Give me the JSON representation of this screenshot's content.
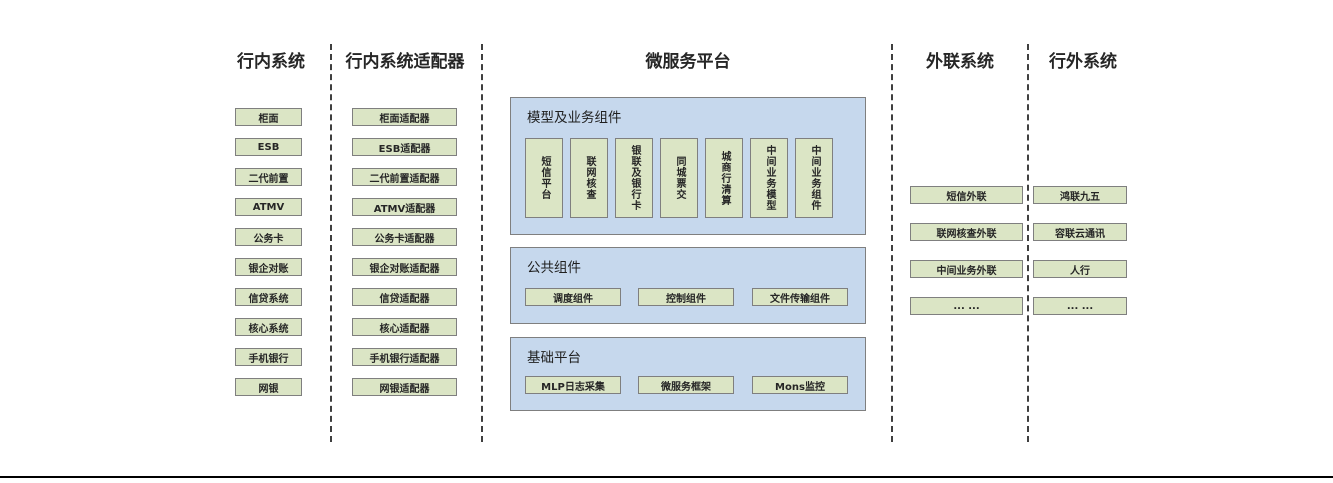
{
  "diagram": {
    "bottom_rule": true,
    "colors": {
      "box_fill": "#dbe5c5",
      "box_border": "#7f7f7f",
      "panel_fill": "#c6d8ed",
      "panel_border": "#7f7f7f",
      "separator": "#3f3f3f",
      "text": "#262626"
    },
    "columns": {
      "internal_systems": {
        "title": "行内系统",
        "items": [
          "柜面",
          "ESB",
          "二代前置",
          "ATMV",
          "公务卡",
          "银企对账",
          "信贷系统",
          "核心系统",
          "手机银行",
          "网银"
        ]
      },
      "internal_adapters": {
        "title": "行内系统适配器",
        "items": [
          "柜面适配器",
          "ESB适配器",
          "二代前置适配器",
          "ATMV适配器",
          "公务卡适配器",
          "银企对账适配器",
          "信贷适配器",
          "核心适配器",
          "手机银行适配器",
          "网银适配器"
        ]
      },
      "microservice_platform": {
        "title": "微服务平台",
        "sections": [
          {
            "title": "模型及业务组件",
            "items": [
              "短信平台",
              "联网核查",
              "银联及银行卡",
              "同城票交",
              "城商行清算",
              "中间业务模型",
              "中间业务组件"
            ]
          },
          {
            "title": "公共组件",
            "items": [
              "调度组件",
              "控制组件",
              "文件传输组件"
            ]
          },
          {
            "title": "基础平台",
            "items": [
              "MLP日志采集",
              "微服务框架",
              "Mons监控"
            ]
          }
        ]
      },
      "external_link_systems": {
        "title": "外联系统",
        "items": [
          "短信外联",
          "联网核查外联",
          "中间业务外联",
          "... ..."
        ]
      },
      "external_systems": {
        "title": "行外系统",
        "items": [
          "鸿联九五",
          "容联云通讯",
          "人行",
          "... ..."
        ]
      }
    }
  }
}
